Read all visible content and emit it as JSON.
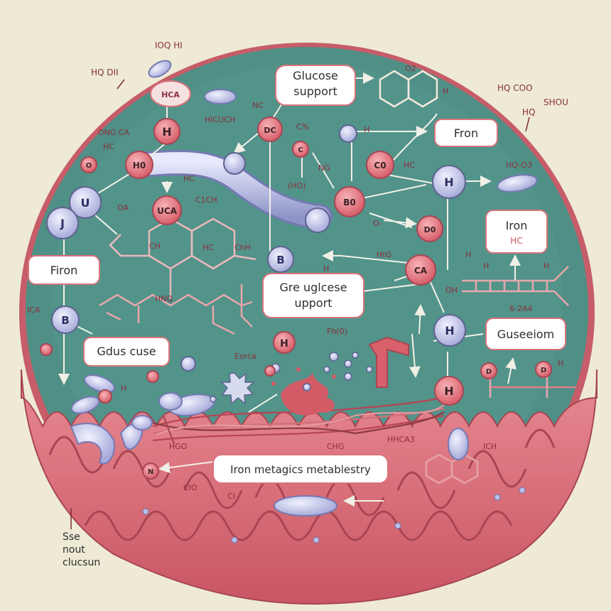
{
  "label_boxes": {
    "glucose_support": [
      "Glucose",
      "support"
    ],
    "fron_right": "Fron",
    "iron_box": "Iron",
    "iron_box_sub": "HC",
    "firon_left": "Firon",
    "gre_uglcese": [
      "Gre uglcese",
      "upport"
    ],
    "gdus_cuse": "Gdus cuse",
    "guseeiom": "Guseeiom",
    "iron_metagics": "Iron metagics metablestry"
  },
  "corner_notes": {
    "top_left_1": "IOQ HI",
    "top_left_2": "HQ DII",
    "top_right_1": "HQ COO",
    "top_right_2": "SHOU",
    "top_right_3": "HQ",
    "bottom_left": [
      "Sse",
      "nout",
      "clucsun"
    ]
  },
  "node_labels": {
    "h_top": "H",
    "u_left": "U",
    "j_left": "J",
    "h0": "H0",
    "o_small": "O",
    "b_mid": "B",
    "b_left": "B",
    "b0": "B0",
    "c0": "C0",
    "c_small": "C",
    "ca": "CA",
    "do": "D0",
    "h_right": "H",
    "h_mid_right": "H",
    "h_bottom_right": "H",
    "h_bottom": "H",
    "n_bottom": "N",
    "d_right1": "D",
    "d_right2": "D",
    "dc": "DC",
    "uca": "UCA",
    "hca": "HCA"
  },
  "chem_labels": {
    "l1": "HICUCH",
    "l2": "ONG CA",
    "l3": "HC",
    "l4": "NC",
    "l5": "HC",
    "l6": "C1CH",
    "l7": "OA",
    "l8": "(HO)",
    "l9": "NG",
    "l10": "C%",
    "l11": "H",
    "l12": "O2",
    "l13": "H",
    "l14": "HC",
    "l15": "HQ-O3",
    "l16": "O-",
    "l17": "HC",
    "l18": "CH",
    "l19": "ChH",
    "l20": "HtG",
    "l21": "H",
    "l22": "H",
    "l23": "H",
    "l24": "OH",
    "l25": "H",
    "l26": "Fh(0)",
    "l27": "Eorca",
    "l28": "HGO",
    "l29": "CHG",
    "l30": "HHCA3",
    "l31": "ICH",
    "l32": "CIO",
    "l33": "CI",
    "l34": "H",
    "l35": "ICA",
    "l36": "6-2A4",
    "l37": "H",
    "l38": "HNQ"
  },
  "colors": {
    "background": "#eeead6",
    "cell_fill": "#4f8f86",
    "membrane": "#d9737b",
    "node_red": "#e0707a",
    "node_blue": "#c5c8ea",
    "label_box": "#ffffff"
  }
}
